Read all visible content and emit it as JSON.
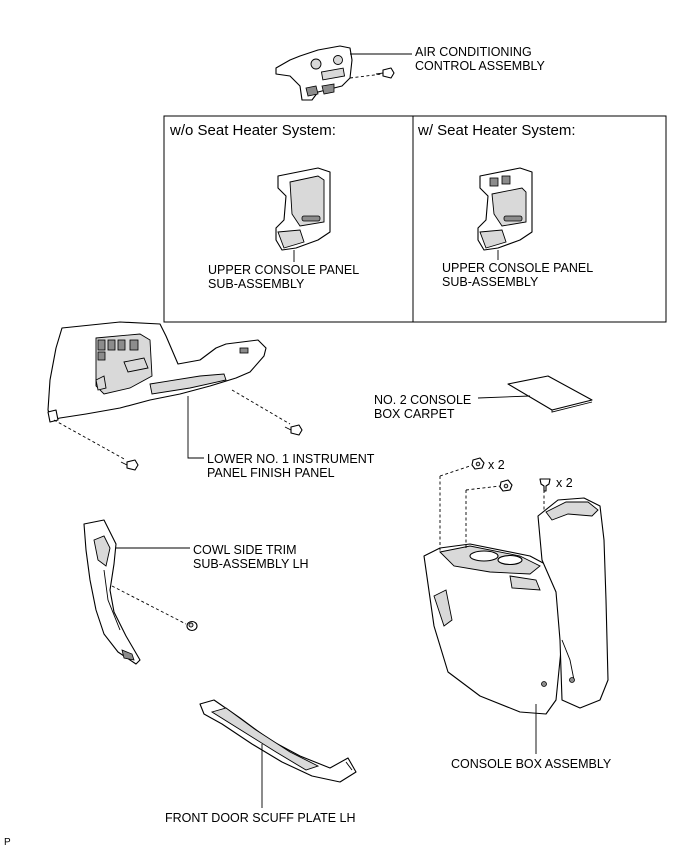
{
  "labels": {
    "ac_control_line1": "AIR CONDITIONING",
    "ac_control_line2": "CONTROL ASSEMBLY",
    "wo_seat_heater": "w/o Seat Heater System:",
    "w_seat_heater": "w/ Seat Heater System:",
    "upper_console_line1": "UPPER CONSOLE PANEL",
    "upper_console_line2": "SUB-ASSEMBLY",
    "console_carpet_line1": "NO. 2 CONSOLE",
    "console_carpet_line2": "BOX CARPET",
    "lower_panel_line1": "LOWER NO. 1 INSTRUMENT",
    "lower_panel_line2": "PANEL FINISH PANEL",
    "cowl_trim_line1": "COWL SIDE TRIM",
    "cowl_trim_line2": "SUB-ASSEMBLY LH",
    "console_box": "CONSOLE BOX ASSEMBLY",
    "scuff_plate": "FRONT DOOR SCUFF PLATE LH",
    "qty_nut": "x 2",
    "qty_clip": "x 2",
    "page_marker": "P"
  },
  "icons": [
    "bolt-icon",
    "nut-icon",
    "clip-icon"
  ]
}
